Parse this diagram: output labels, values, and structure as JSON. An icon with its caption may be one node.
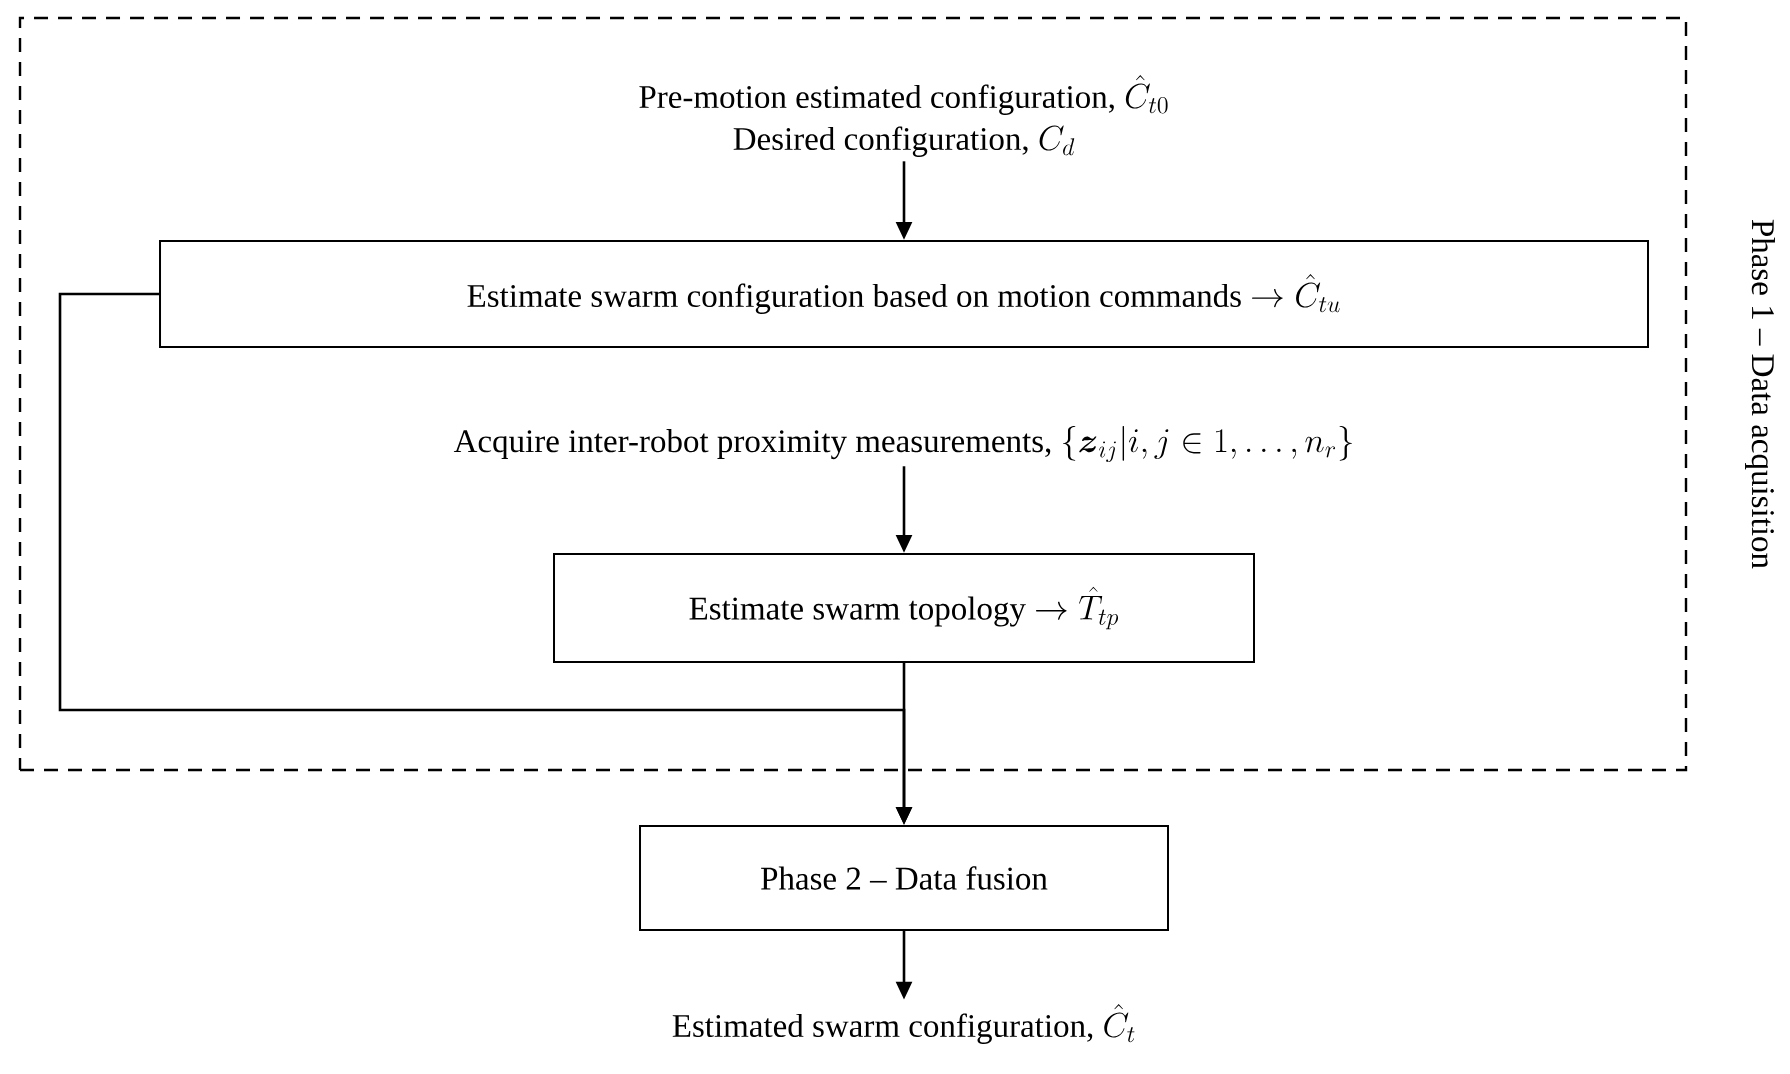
{
  "diagram": {
    "nodes": [
      {
        "text": [
          "Phase 1 – Data acquisition"
        ]
      },
      {
        "text": [
          "Pre-motion estimated configuration,",
          "\\hat{C}_{t0}",
          "Desired configuration,",
          "C_d"
        ],
        "in": 0
      },
      {
        "text": [
          "Estimate swarm configuration based on motion commands",
          "\\rightarrow \\hat{C}_{tu}"
        ],
        "in": 0
      },
      {
        "text": [
          "Acquire inter-robot proximity measurements,",
          "\\{\\boldsymbol{z}_{ij} | i,j \\in 1,\\ldots,n_r\\}"
        ],
        "in": 0
      },
      {
        "text": [
          "Estimate swarm topology",
          "\\rightarrow \\hat{T}_{tp}"
        ],
        "in": 0
      },
      {
        "text": [
          "Phase 2 – Data fusion"
        ]
      },
      {
        "text": [
          "Estimated swarm configuration,",
          "\\hat{C}_t"
        ]
      }
    ],
    "edges": [
      {
        "from": 1,
        "to": 2,
        "arrow": "to"
      },
      {
        "from": 3,
        "to": 4,
        "arrow": "to"
      },
      {
        "from": 2,
        "to": 5,
        "arrow": "to"
      },
      {
        "from": 4,
        "to": 5,
        "arrow": "to"
      },
      {
        "from": 5,
        "to": 6,
        "arrow": "to"
      }
    ]
  }
}
